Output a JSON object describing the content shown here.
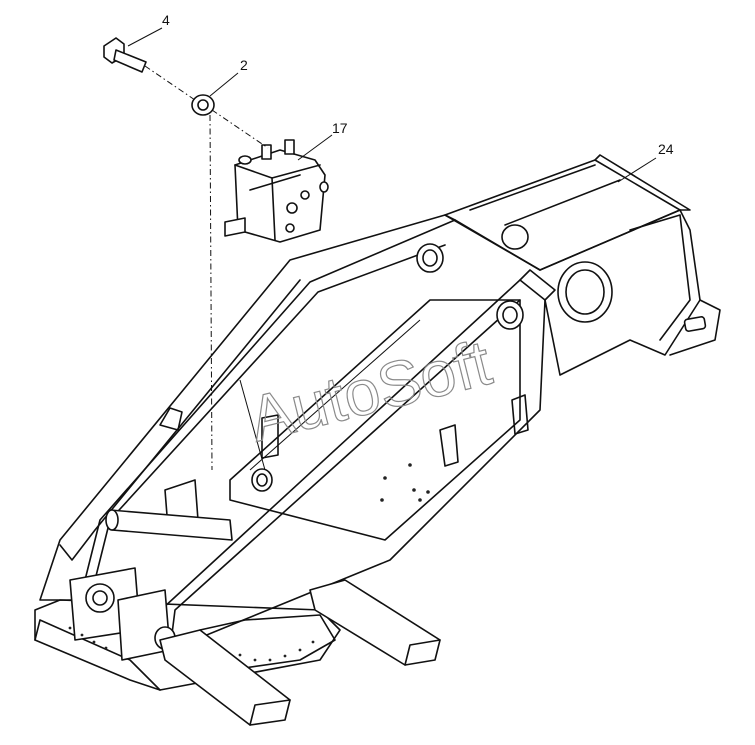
{
  "callouts": [
    {
      "id": "4",
      "label": "4"
    },
    {
      "id": "2",
      "label": "2"
    },
    {
      "id": "17",
      "label": "17"
    },
    {
      "id": "24",
      "label": "24"
    }
  ],
  "watermark": "AutoSoft",
  "colors": {
    "line": "#111111",
    "watermark": "#8a8a8a",
    "background": "#ffffff"
  }
}
